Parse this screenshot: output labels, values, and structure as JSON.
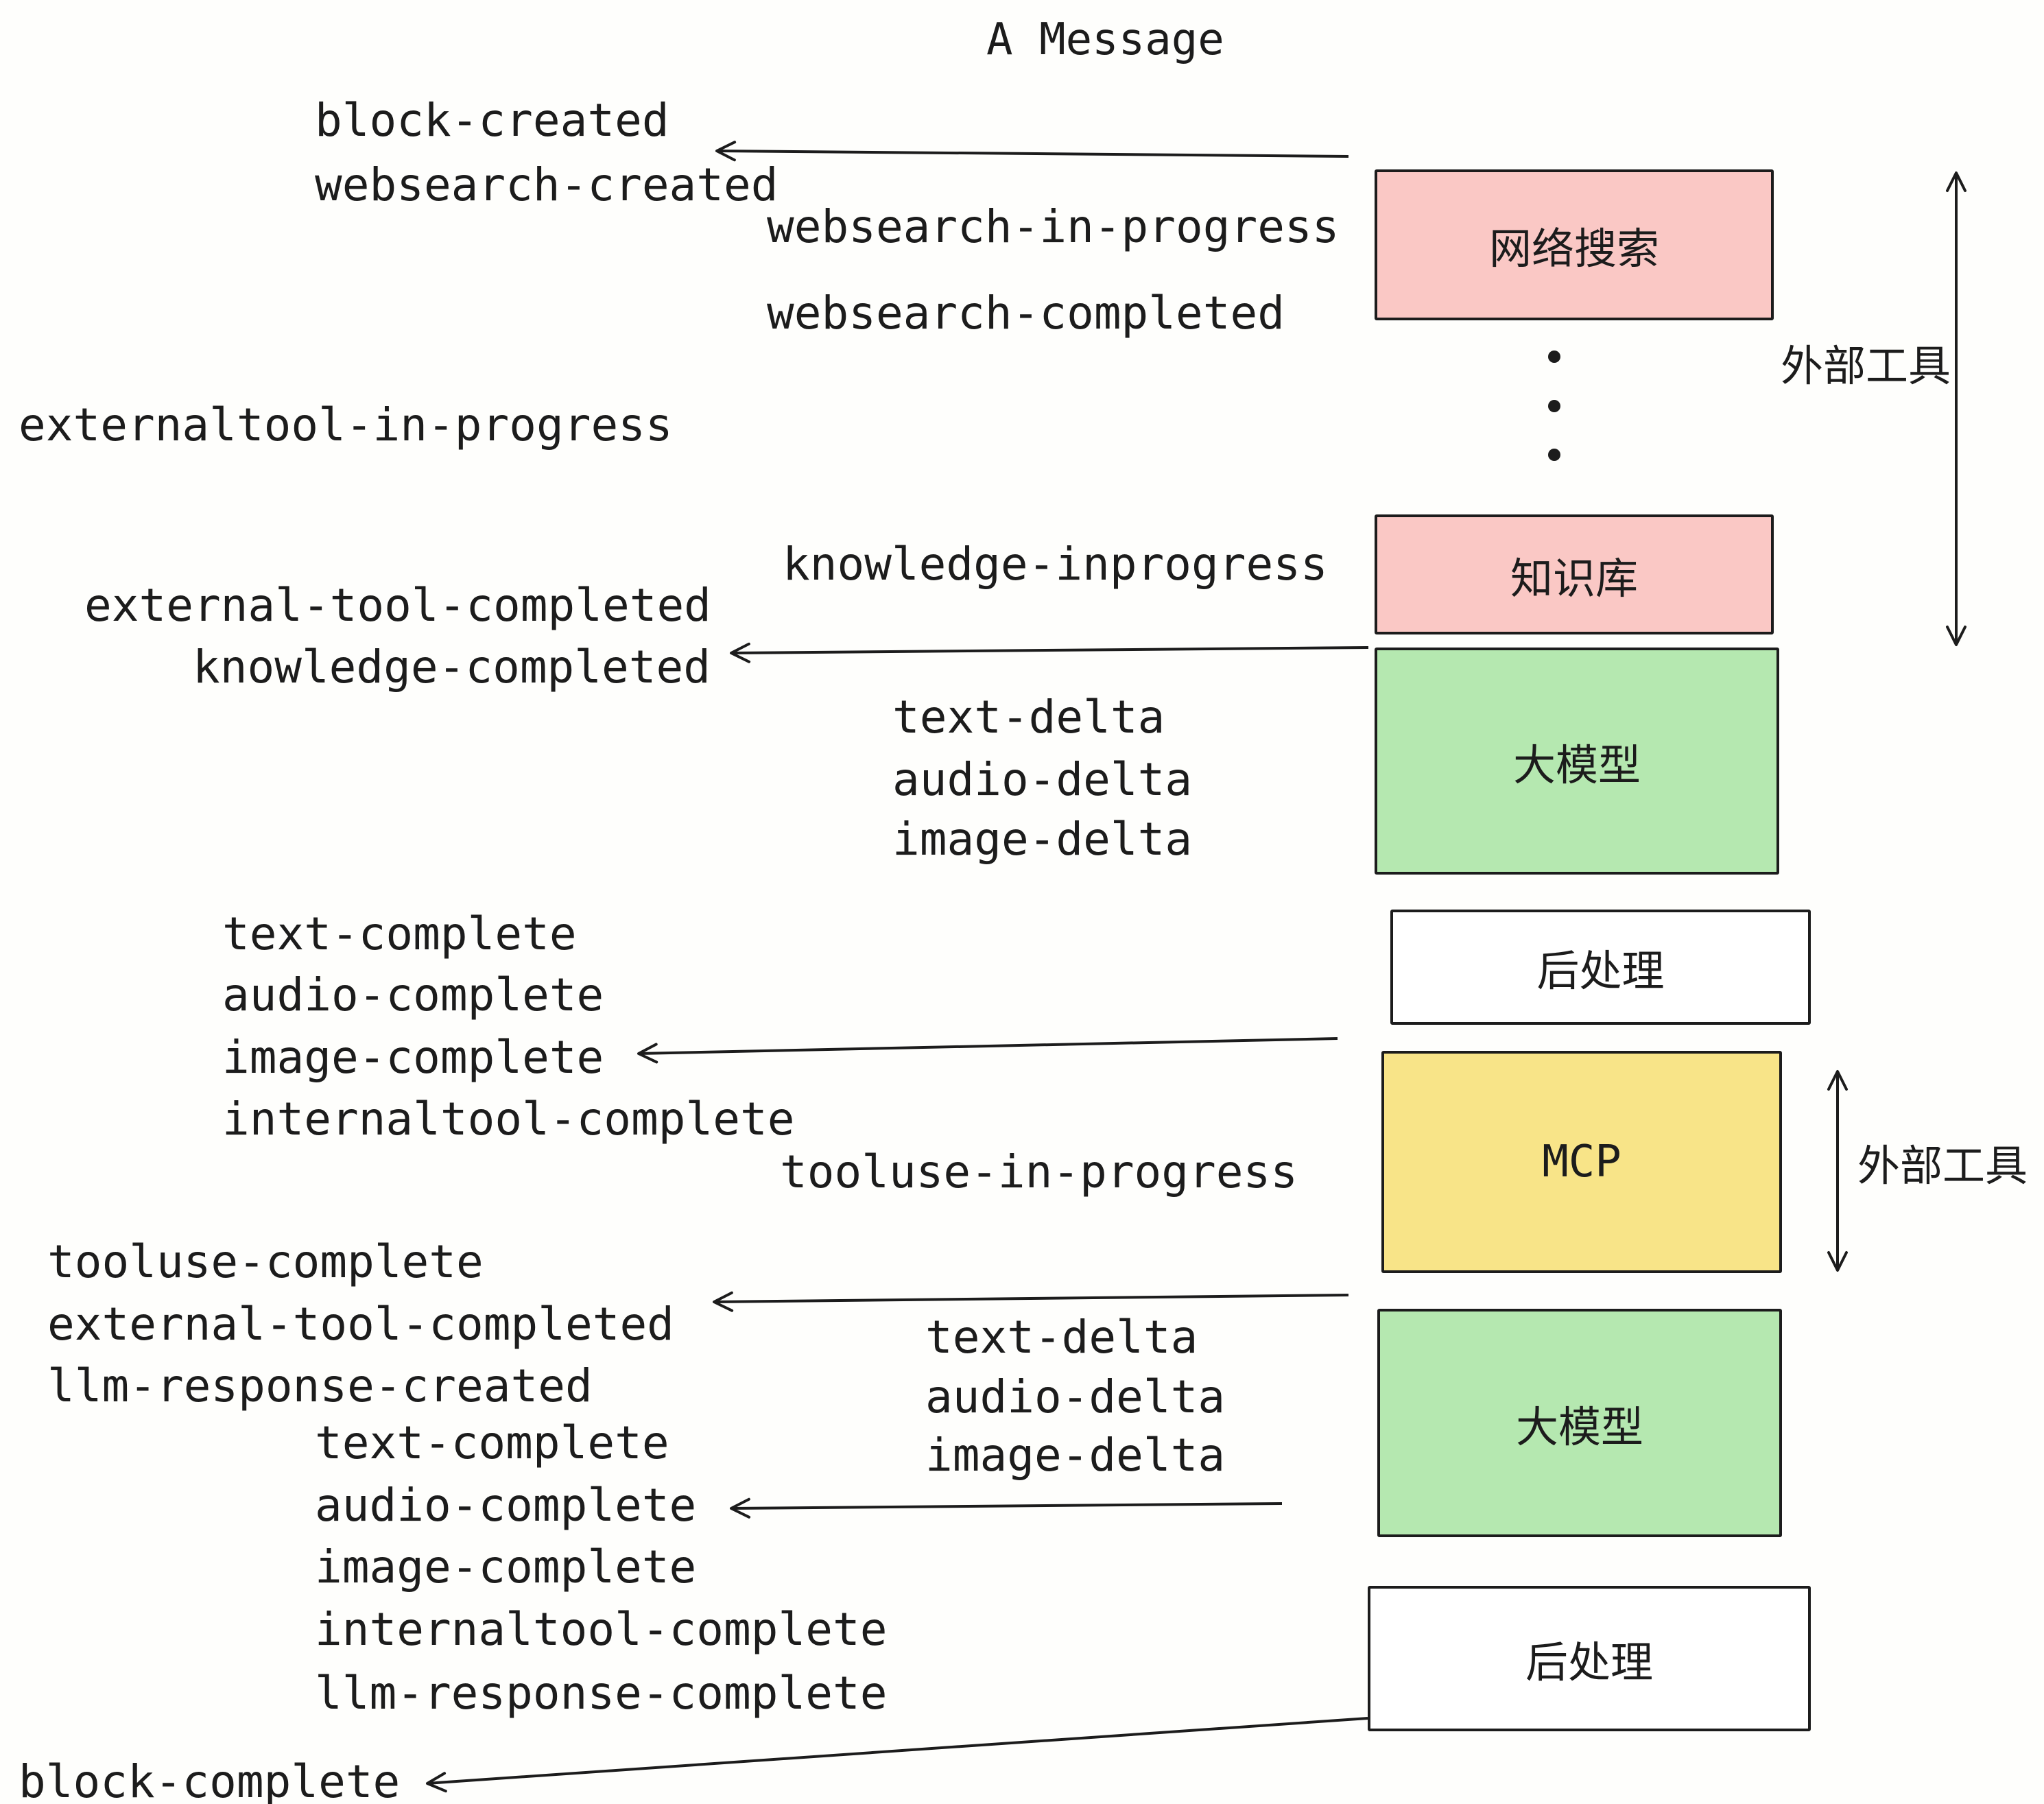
{
  "title": "A Message",
  "events": {
    "block_created": "block-created",
    "websearch_created": "websearch-created",
    "websearch_in_progress": "websearch-in-progress",
    "websearch_completed": "websearch-completed",
    "externaltool_in_progress": "externaltool-in-progress",
    "knowledge_inprogress": "knowledge-inprogress",
    "external_tool_completed": "external-tool-completed",
    "knowledge_completed": "knowledge-completed",
    "text_delta": "text-delta",
    "audio_delta": "audio-delta",
    "image_delta": "image-delta",
    "text_complete": "text-complete",
    "audio_complete": "audio-complete",
    "image_complete": "image-complete",
    "internaltool_complete": "internaltool-complete",
    "tooluse_in_progress": "tooluse-in-progress",
    "tooluse_complete": "tooluse-complete",
    "llm_response_created": "llm-response-created",
    "llm_response_complete": "llm-response-complete",
    "block_complete": "block-complete"
  },
  "boxes": {
    "websearch": {
      "label": "网络搜索",
      "fill": "#FAC8C5"
    },
    "knowledge": {
      "label": "知识库",
      "fill": "#FAC8C5"
    },
    "llm_top": {
      "label": "大模型",
      "fill": "#B5E8B0"
    },
    "post_top": {
      "label": "后处理",
      "fill": "#FFFFFF"
    },
    "mcp": {
      "label": "MCP",
      "fill": "#F8E488"
    },
    "llm_bottom": {
      "label": "大模型",
      "fill": "#B5E8B0"
    },
    "post_bottom": {
      "label": "后处理",
      "fill": "#FFFFFF"
    }
  },
  "annotations": {
    "external_tools_top": "外部工具",
    "external_tools_bottom": "外部工具"
  },
  "colors": {
    "ink": "#1C1C1C",
    "pink": "#FAC8C5",
    "green": "#B5E8B0",
    "yellow": "#F8E488",
    "white": "#FFFFFF",
    "background": "#FEFEFC"
  }
}
